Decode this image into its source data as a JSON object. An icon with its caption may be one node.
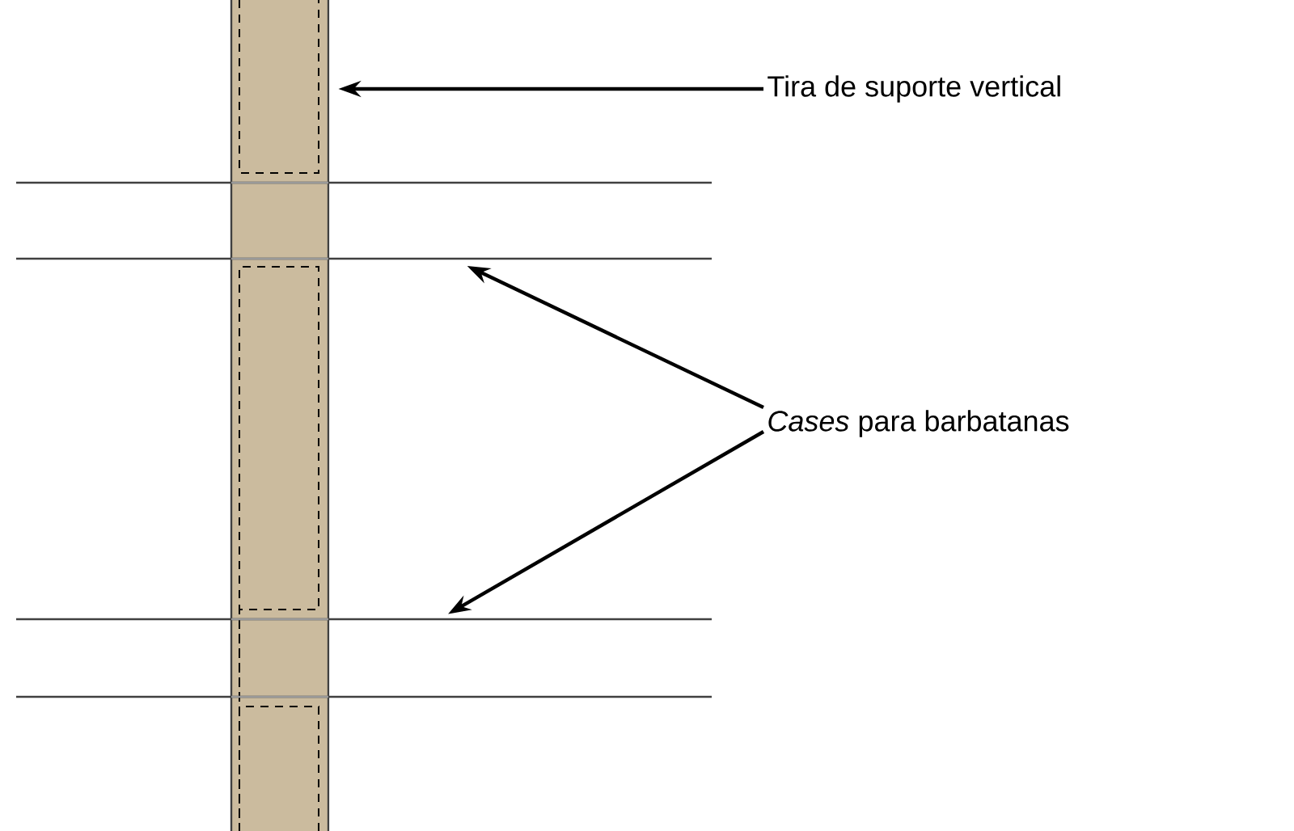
{
  "diagram": {
    "nodes": [
      {
        "text": [],
        "shape": "bar"
      },
      {
        "text": [],
        "shape": "box"
      },
      {
        "text": [],
        "shape": "box"
      },
      {
        "text": [
          "Tira de suporte vertical"
        ]
      },
      {
        "text": [
          "*Cases* para barbatanas"
        ]
      }
    ],
    "edges": [
      {
        "from": 3,
        "to": 0,
        "arrow": "to"
      },
      {
        "from": 4,
        "to": 1,
        "arrow": "to"
      },
      {
        "from": 4,
        "to": 2,
        "arrow": "to"
      }
    ]
  }
}
